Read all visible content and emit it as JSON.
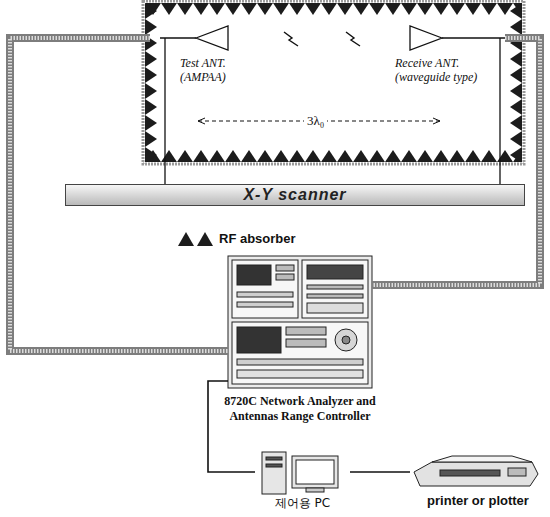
{
  "diagram": {
    "nodes": [
      {
        "text": [
          "Test ANT. (AMPAA)"
        ]
      },
      {
        "text": [
          "Receive ANT. (waveguide type)"
        ]
      },
      {
        "text": [
          "X-Y scanner"
        ]
      },
      {
        "text": [
          "8720C Network Analyzer and Antennas Range Controller"
        ]
      },
      {
        "text": [
          "제어용 PC"
        ]
      },
      {
        "text": [
          "printer or plotter"
        ]
      }
    ],
    "edges": [
      {
        "from": 0,
        "to": 3,
        "arrow": "none"
      },
      {
        "from": 1,
        "to": 3,
        "arrow": "none"
      },
      {
        "from": 3,
        "to": 4,
        "arrow": "none"
      },
      {
        "from": 4,
        "to": 5,
        "arrow": "none"
      }
    ],
    "labels": [
      "3λ₀",
      "RF absorber"
    ]
  }
}
